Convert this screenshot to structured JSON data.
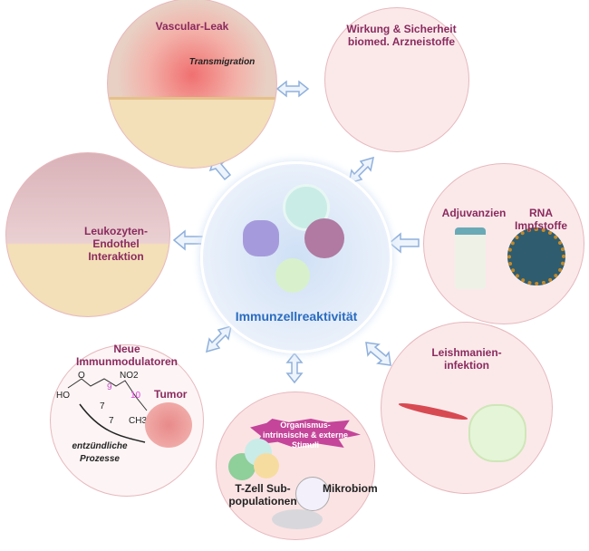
{
  "center": {
    "title": "Immunzellreaktivität"
  },
  "panels": {
    "vascular": {
      "title": "Vascular-Leak",
      "note": "Transmigration"
    },
    "wirkung": {
      "title": "Wirkung & Sicherheit biomed. Arzneistoffe"
    },
    "leukozyten": {
      "title": "Leukozyten-Endothel Interaktion"
    },
    "adjuvanzien": {
      "title1": "Adjuvanzien",
      "title2": "RNA Impfstoffe"
    },
    "neue": {
      "title": "Neue Immunmodulatoren",
      "oh": "HO",
      "o": "O",
      "no2": "NO2",
      "n9": "9",
      "n10": "10",
      "n7a": "7",
      "n7b": "7",
      "ch3": "CH3",
      "tumor": "Tumor",
      "process": "entzündliche Prozesse"
    },
    "tzell": {
      "stimuli": "Organismus-intrinsische & externe Stimuli",
      "tcell": "T-Zell Sub-populationen",
      "mikrobiom": "Mikrobiom"
    },
    "leish": {
      "title": "Leishmanien-infektion"
    }
  },
  "colors": {
    "title": "#8a2a5e",
    "center": "#2a6cbf",
    "arrow": "#a9c3e8",
    "circle_bg": "#fbe9ea"
  }
}
